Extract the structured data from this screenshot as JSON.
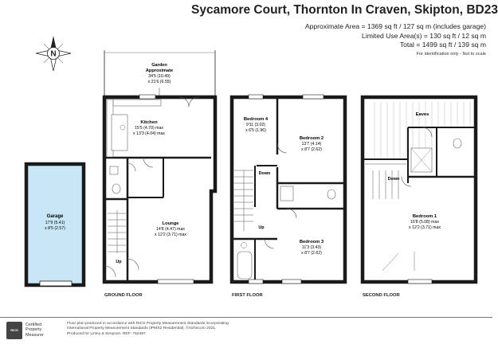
{
  "header": {
    "title": "Sycamore Court, Thornton In Craven, Skipton, BD23",
    "approx_area": "Approximate Area = 1369 sq ft / 127 sq m (includes garage)",
    "limited_use": "Limited Use Area(s) = 130 sq ft / 12 sq m",
    "total": "Total = 1499 sq ft / 139 sq m",
    "identification": "For identification only - Not to scale"
  },
  "compass": {
    "label": "N",
    "icon": "compass-rose-icon"
  },
  "garage": {
    "name": "Garage",
    "dim1": "17'9 (5.41)",
    "dim2": "x 8'5 (2.57)"
  },
  "ground_floor": {
    "label": "GROUND FLOOR",
    "garden": {
      "name1": "Garden",
      "name2": "Approximate",
      "dim1": "34'5 (10.49)",
      "dim2": "x 21'6 (6.55)"
    },
    "kitchen": {
      "name": "Kitchen",
      "dim1": "15'5 (4.70) max",
      "dim2": "x 13'3 (4.04) max"
    },
    "lounge": {
      "name": "Lounge",
      "dim1": "14'8 (4.47) max",
      "dim2": "x 12'2 (3.71) max"
    },
    "stairs": "Up"
  },
  "first_floor": {
    "label": "FIRST FLOOR",
    "bedroom4": {
      "name": "Bedroom 4",
      "dim1": "9'11 (3.02)",
      "dim2": "x 6'5 (1.96)"
    },
    "bedroom2": {
      "name": "Bedroom 2",
      "dim1": "13'7 (4.14)",
      "dim2": "x 8'7 (2.62)"
    },
    "bedroom3": {
      "name": "Bedroom 3",
      "dim1": "11'3 (3.43)",
      "dim2": "x 8'7 (2.62)"
    },
    "stairs_down": "Down",
    "stairs_up": "Up"
  },
  "second_floor": {
    "label": "SECOND FLOOR",
    "eaves": "Eaves",
    "bedroom1": {
      "name": "Bedroom 1",
      "dim1": "16'8 (5.08) max",
      "dim2": "x 12'2 (3.71) max"
    },
    "stairs_down": "Down"
  },
  "footer": {
    "badge": "RICS",
    "rics1": "Certified",
    "rics2": "Property",
    "rics3": "Measurer",
    "line1": "Floor plan produced in accordance with RICS Property Measurement Standards incorporating",
    "line2": "International Property Measurement Standards (IPMS2 Residential). ©nichecom 2021.",
    "line3": "Produced for Linley & Simpson.   REF:  752497"
  },
  "colors": {
    "wall": "#1a1a1a",
    "floor": "#ffffff",
    "window": "#cfe8f4",
    "background": "#c8e6f5",
    "fixture": "#666666"
  }
}
